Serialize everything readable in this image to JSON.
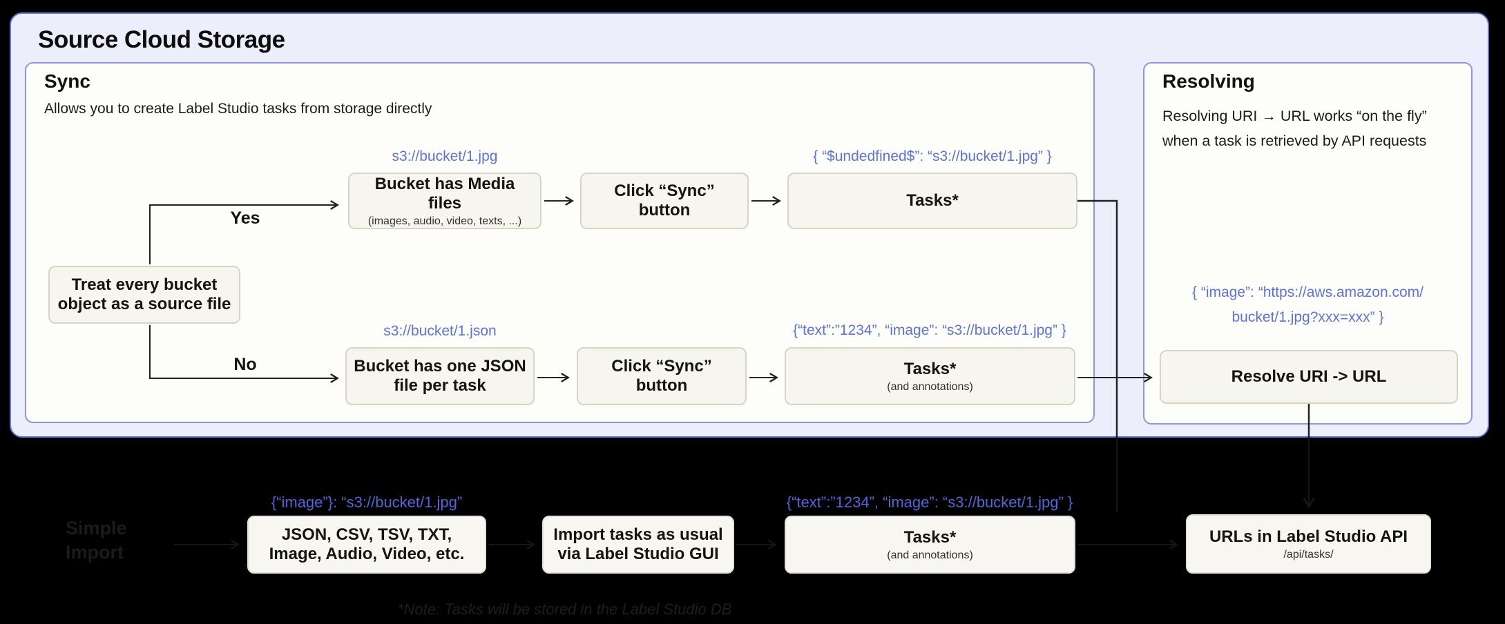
{
  "page": {
    "title": "Source Cloud Storage",
    "note": "*Note: Tasks will be stored in the Label Studio DB"
  },
  "colors": {
    "outer_bg": "#eceffb",
    "outer_border": "#6375dd",
    "panel_bg": "#fdfdfa",
    "panel_border": "#8796ec",
    "flow_box_bg": "#f6f5ef",
    "flow_box_border": "#d8d3c5",
    "blue_label": "#5b73e4",
    "arrow": "#24221e",
    "page_bg": "#000000"
  },
  "sync_panel": {
    "title": "Sync",
    "subtitle": "Allows you to create Label Studio tasks from storage directly",
    "decision_box": "Treat every bucket object as a source file",
    "yes_label": "Yes",
    "no_label": "No",
    "yes_path": {
      "uri_label": "s3://bucket/1.jpg",
      "source_box_title": "Bucket has Media files",
      "source_box_sub": "(images, audio, video, texts, ...)",
      "sync_box_title": "Click “Sync” button",
      "task_label": "{ “$undedfined$”: “s3://bucket/1.jpg” }",
      "tasks_box_title": "Tasks*"
    },
    "no_path": {
      "uri_label": "s3://bucket/1.json",
      "source_box_title": "Bucket has one JSON file per task",
      "sync_box_title": "Click “Sync” button",
      "task_label": "{“text”:”1234”, “image”: “s3://bucket/1.jpg” }",
      "tasks_box_title": "Tasks*",
      "tasks_box_sub": "(and annotations)"
    }
  },
  "resolving_panel": {
    "title": "Resolving",
    "desc_line1": "Resolving URI → URL works “on the fly”",
    "desc_line2": "when a task is retrieved by API requests",
    "json_line1": "{ “image”: “https://aws.amazon.com/",
    "json_line2": "bucket/1.jpg?xxx=xxx” }",
    "resolve_box_title": "Resolve URI -> URL"
  },
  "import_flow": {
    "section_line1": "Simple",
    "section_line2": "Import",
    "formats_label": "{“image”}: “s3://bucket/1.jpg”",
    "formats_box_title": "JSON, CSV, TSV, TXT, Image, Audio, Video, etc.",
    "import_box_title": "Import tasks as usual via Label Studio GUI",
    "tasks_label": "{“text”:”1234”, “image”: “s3://bucket/1.jpg” }",
    "tasks_box_title": "Tasks*",
    "tasks_box_sub": "(and annotations)",
    "api_box_title": "URLs in Label Studio API",
    "api_box_sub": "/api/tasks/"
  }
}
